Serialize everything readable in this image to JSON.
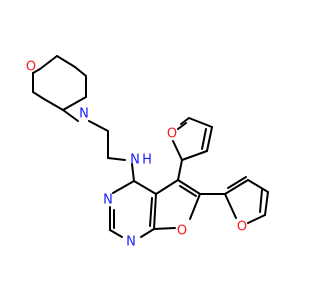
{
  "colors": {
    "carbon_bond": "#000000",
    "nitrogen": "#1a1aff",
    "oxygen": "#ff1a1a",
    "background": "#ffffff"
  },
  "atom_labels": {
    "morpholine_o": "O",
    "morpholine_n": "N",
    "amine_nh": "N",
    "amine_h": "H",
    "pyrimidine_n3": "N",
    "pyrimidine_n1": "N",
    "furo_o": "O",
    "furan_top_o": "O",
    "furan_right_o": "O"
  }
}
